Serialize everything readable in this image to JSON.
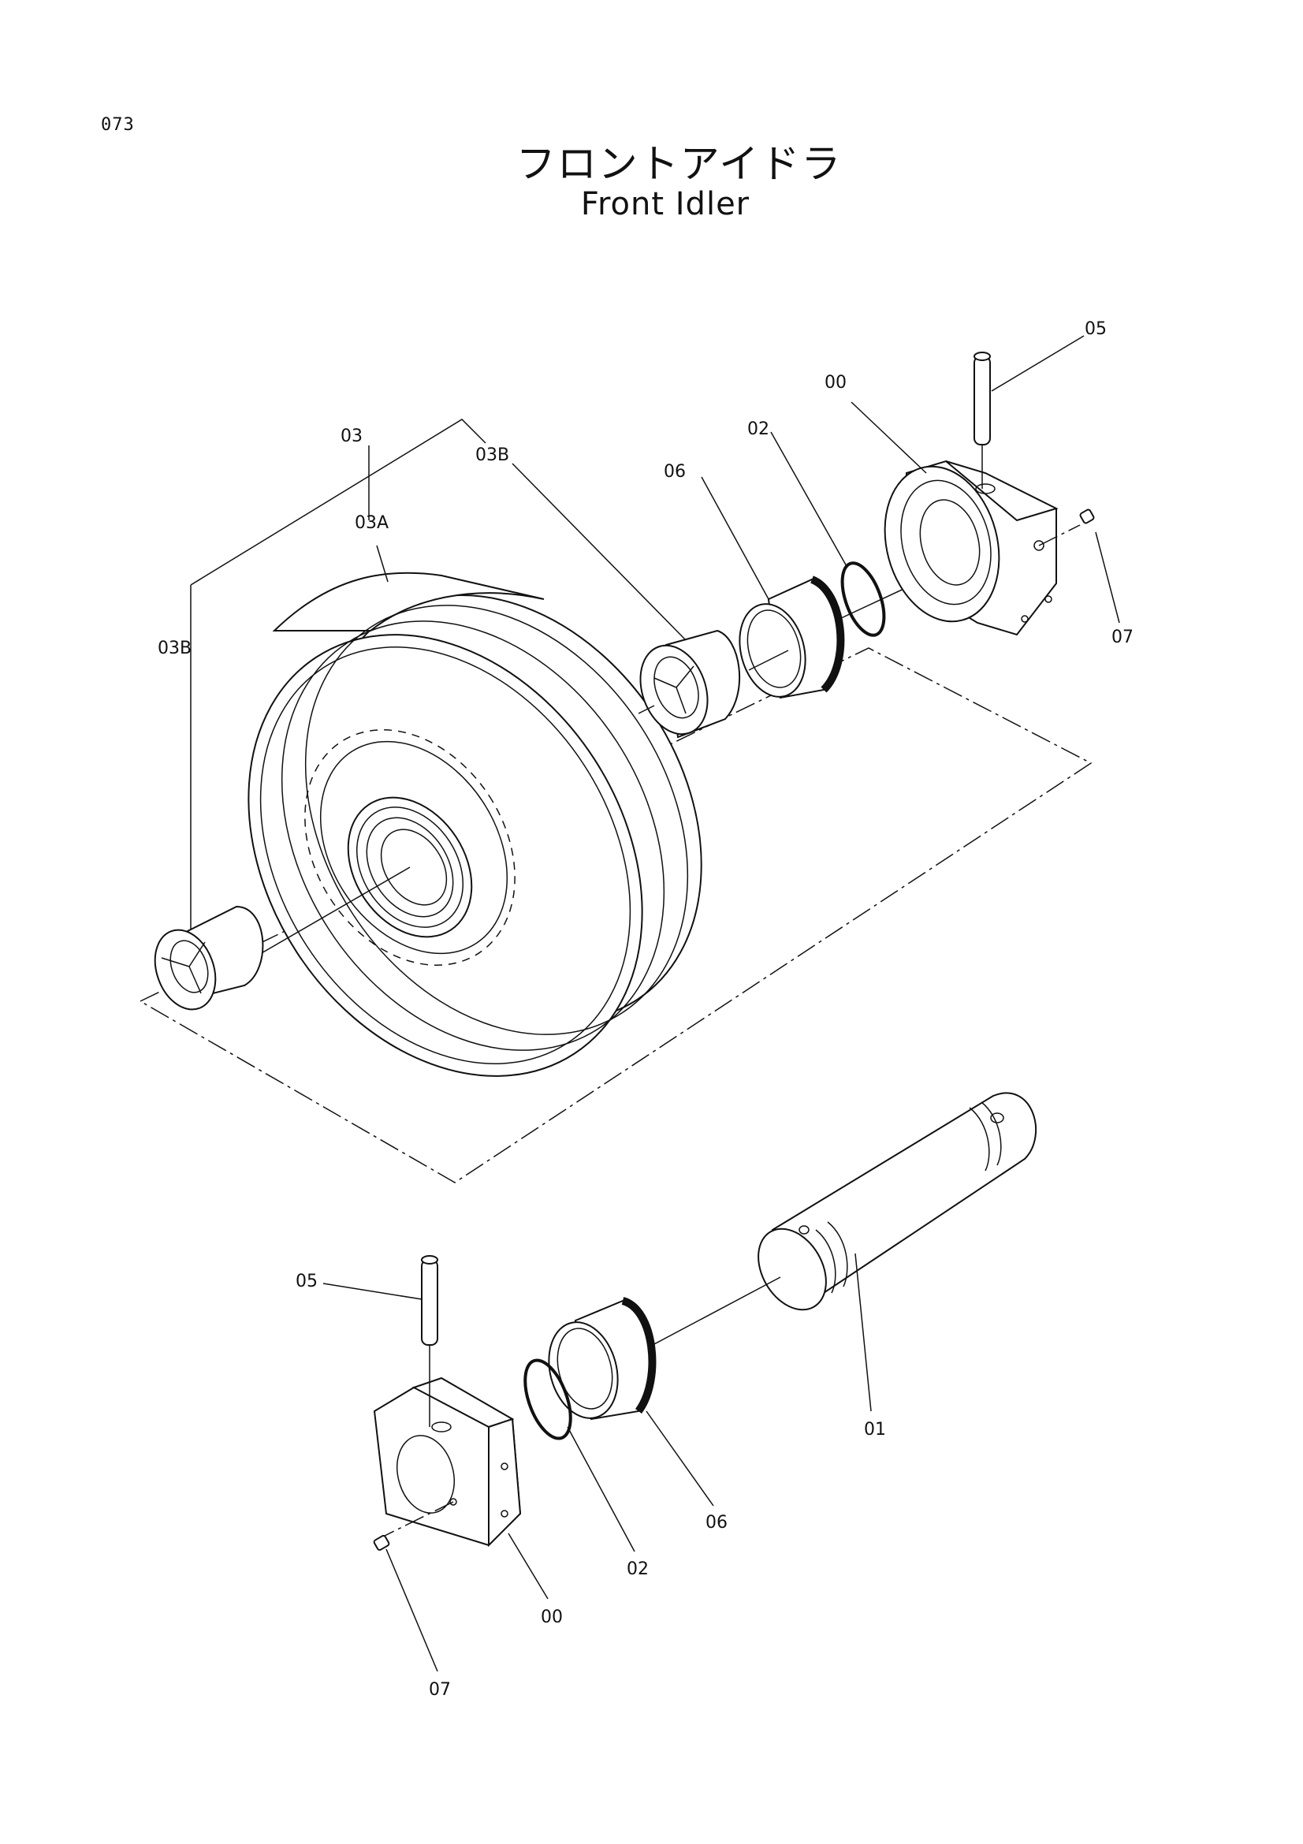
{
  "page_number": "073",
  "title_jp": "フロントアイドラ",
  "title_en": "Front Idler",
  "labels": {
    "bracket_top_05": "05",
    "bracket_top_00": "00",
    "ring_top_02": "02",
    "seal_top_06": "06",
    "wheel_03": "03",
    "bushing_top_03b": "03B",
    "wheel_03a": "03A",
    "bushing_left_03b": "03B",
    "screw_top_07": "07",
    "shaft_01": "01",
    "pin_bottom_05": "05",
    "seal_bottom_06": "06",
    "ring_bottom_02": "02",
    "bracket_bottom_00": "00",
    "screw_bottom_07": "07"
  }
}
